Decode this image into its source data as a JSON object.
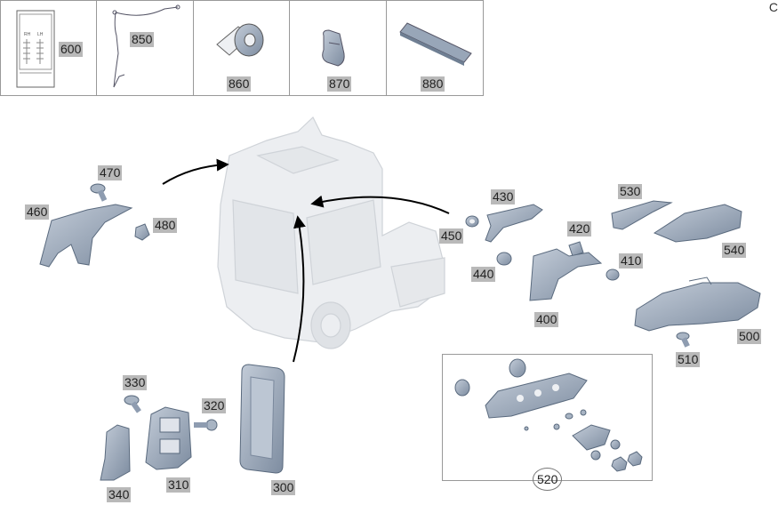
{
  "top_row": [
    {
      "id": "600",
      "label": "600"
    },
    {
      "id": "850",
      "label": "850"
    },
    {
      "id": "860",
      "label": "860"
    },
    {
      "id": "870",
      "label": "870"
    },
    {
      "id": "880",
      "label": "880"
    }
  ],
  "sticker_text": {
    "rh": "RH",
    "lh": "LH"
  },
  "parts": {
    "p470": "470",
    "p460": "460",
    "p480": "480",
    "p430": "430",
    "p450": "450",
    "p440": "440",
    "p420": "420",
    "p410": "410",
    "p400": "400",
    "p530": "530",
    "p540": "540",
    "p500": "500",
    "p510": "510",
    "p330": "330",
    "p320": "320",
    "p340": "340",
    "p310": "310",
    "p300": "300",
    "p520": "520"
  },
  "corner_mark": "C",
  "colors": {
    "part": "#a8b4c3",
    "part_dark": "#6f7f93",
    "truck": "#e9ebee",
    "label_bg": "#b9b9b9",
    "arrow": "#000000"
  }
}
